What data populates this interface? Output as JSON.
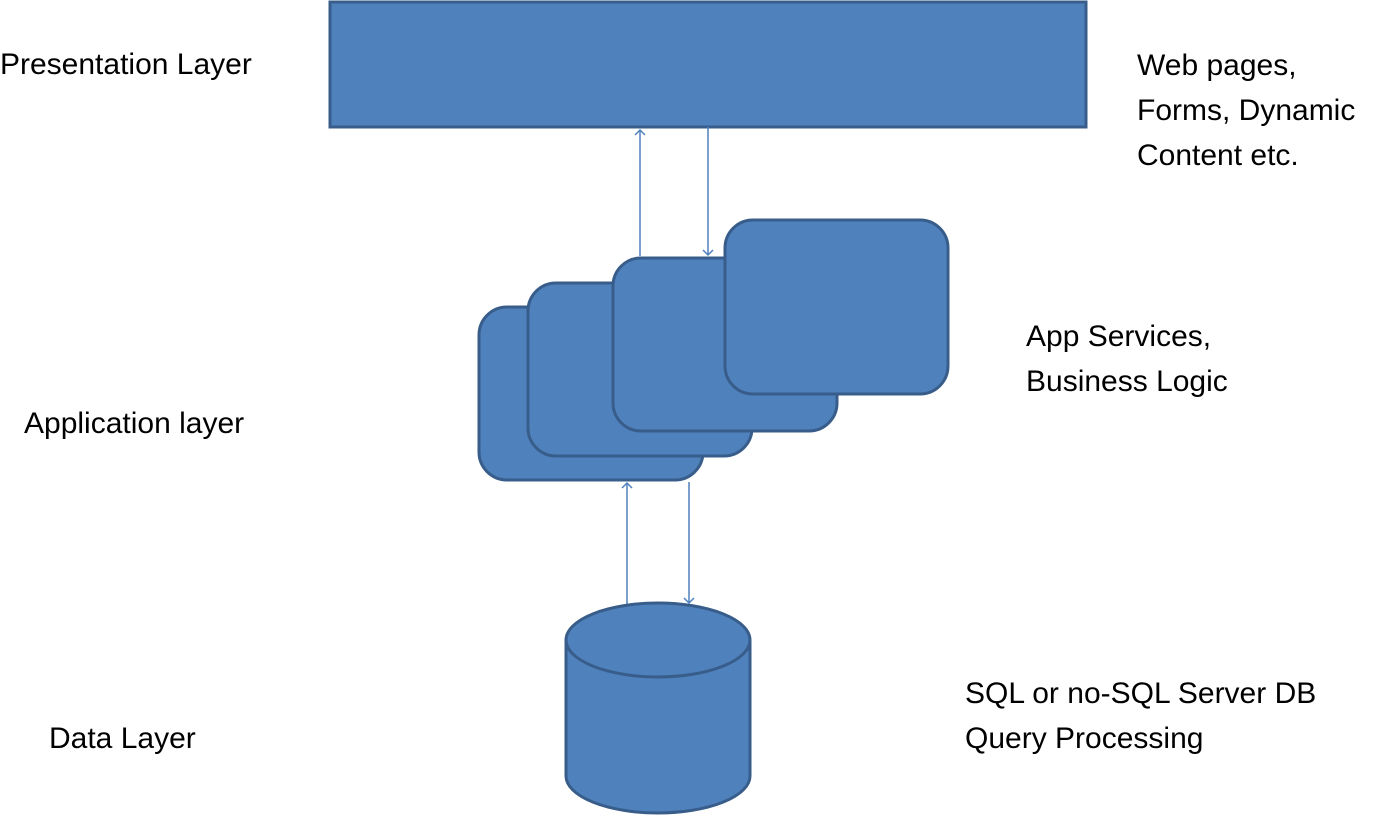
{
  "colors": {
    "fill": "#4F81BD",
    "stroke": "#385D8A",
    "arrow": "#4F81BD",
    "text": "#000000"
  },
  "layers": {
    "presentation": {
      "label": "Presentation Layer",
      "description": [
        "Web pages,",
        "Forms, Dynamic",
        "Content etc."
      ]
    },
    "application": {
      "label": "Application layer",
      "description": [
        "App Services,",
        "Business Logic"
      ]
    },
    "data": {
      "label": "Data Layer",
      "description": [
        "SQL or no-SQL Server DB",
        "Query Processing"
      ]
    }
  }
}
